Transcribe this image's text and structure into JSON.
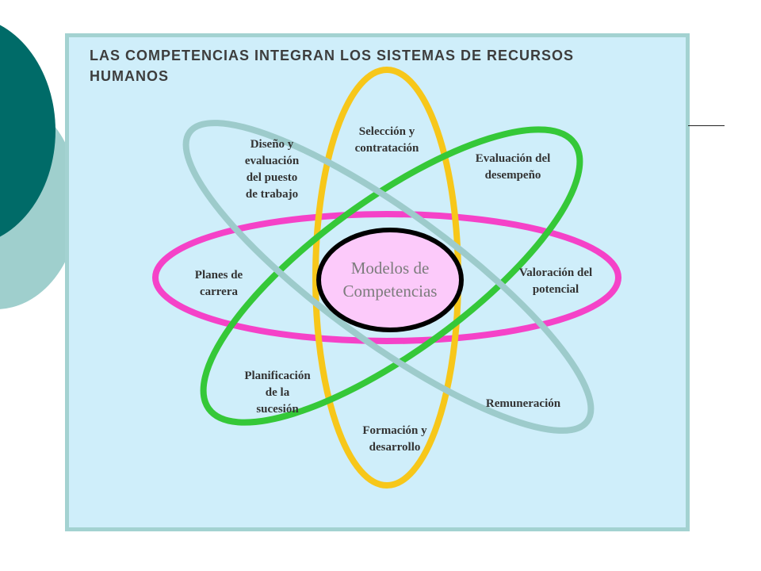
{
  "title": "LAS COMPETENCIAS INTEGRAN LOS SISTEMAS DE RECURSOS HUMANOS",
  "center": "Modelos de\nCompetencias",
  "labels": {
    "seleccion": "Selección y\ncontratación",
    "diseno": "Diseño y\nevaluación\ndel puesto\nde trabajo",
    "evaluacion": "Evaluación del\ndesempeño",
    "planes": "Planes de\ncarrera",
    "valoracion": "Valoración del\npotencial",
    "planificacion": "Planificación\nde la\nsucesión",
    "remuneracion": "Remuneración",
    "formacion": "Formación y\ndesarrollo"
  },
  "colors": {
    "panel_background": "#cfeefa",
    "panel_border": "#a3d2d1",
    "ellipse_yellow": "#f7c71a",
    "ellipse_magenta": "#f542c8",
    "ellipse_green": "#35c838",
    "ellipse_teal": "#9dcbcb",
    "center_fill": "#fccafa",
    "center_border": "#000000"
  }
}
